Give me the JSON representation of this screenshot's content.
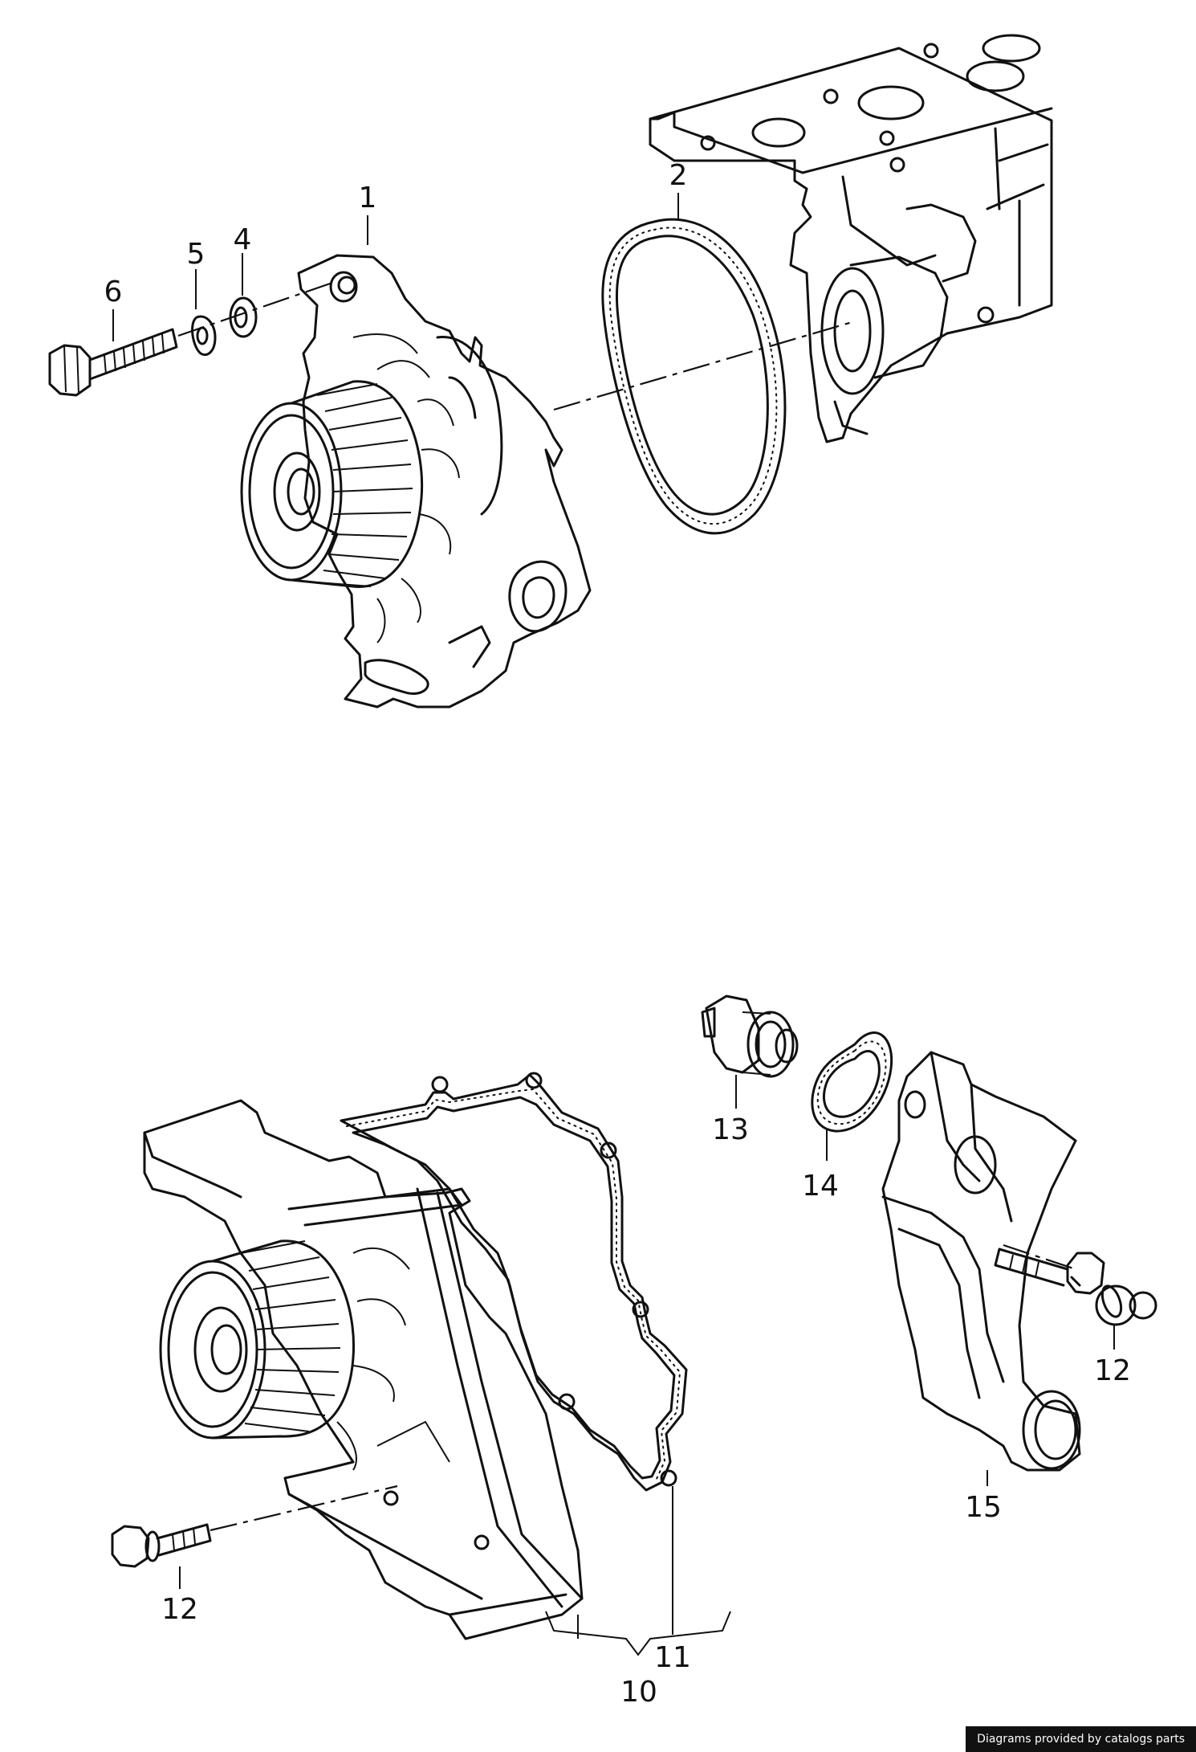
{
  "callouts": {
    "c1": "1",
    "c2": "2",
    "c4": "4",
    "c5": "5",
    "c6": "6",
    "c10": "10",
    "c11": "11",
    "c12a": "12",
    "c12b": "12",
    "c13": "13",
    "c14": "14",
    "c15": "15"
  },
  "footer": {
    "credit": "Diagrams provided by catalogs parts"
  }
}
